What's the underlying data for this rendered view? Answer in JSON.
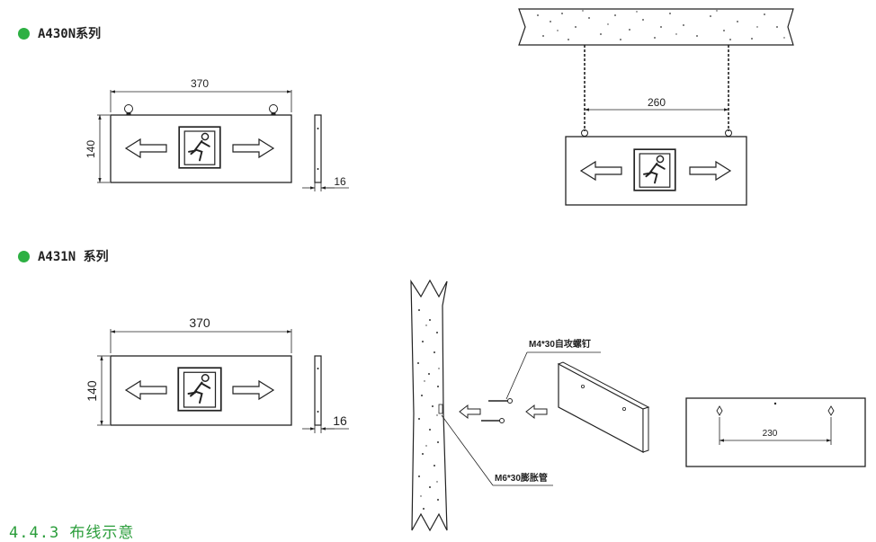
{
  "series_a430n": {
    "title": "A430N系列",
    "width_dim": "370",
    "height_dim": "140",
    "depth_dim": "16"
  },
  "hanging": {
    "chain_spacing": "260"
  },
  "series_a431n": {
    "title": "A431N 系列",
    "width_dim": "370",
    "height_dim": "140",
    "depth_dim": "16"
  },
  "wall_mount": {
    "screw_label": "M4*30自攻螺钉",
    "anchor_label": "M6*30膨胀管",
    "hole_spacing": "230"
  },
  "section": {
    "heading": "4.4.3 布线示意"
  },
  "colors": {
    "accent_green": "#2db043",
    "heading_green": "#2a9d3a"
  }
}
